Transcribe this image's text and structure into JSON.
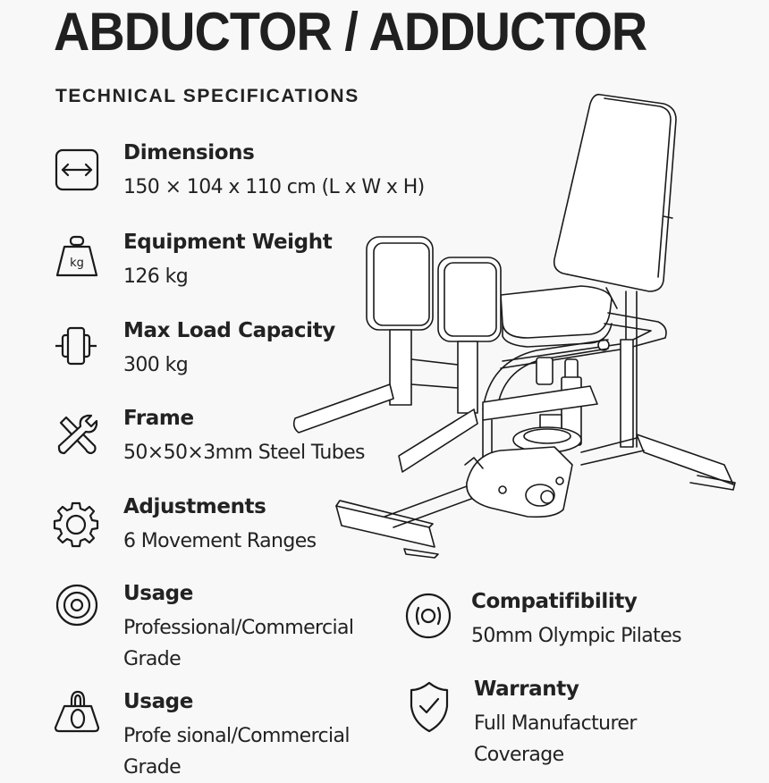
{
  "header": {
    "title": "ABDUCTOR / ADDUCTOR",
    "subtitle": "TECHNICAL SPECIFICATIONS"
  },
  "illustration": {
    "subject": "abductor-adductor-machine-line-drawing"
  },
  "specs": [
    {
      "icon": "dimensions-arrows-icon",
      "label": "Dimensions",
      "value": "150 × 104 x 110 cm (L x W x H)"
    },
    {
      "icon": "kg-weight-icon",
      "label": "Equipment Weight",
      "value": "126 kg"
    },
    {
      "icon": "barbell-plate-icon",
      "label": "Max Load Capacity",
      "value": "300 kg"
    },
    {
      "icon": "wrench-screwdriver-icon",
      "label": "Frame",
      "value": "50×50×3mm Steel Tubes"
    },
    {
      "icon": "gear-icon",
      "label": "Adjustments",
      "value": "6 Movement Ranges"
    },
    {
      "icon": "target-icon",
      "label": "Usage",
      "value": "Professional/Commercial Grade"
    },
    {
      "icon": "bag-lock-icon",
      "label": "Usage",
      "value": "Profe  sional/Commercial Grade"
    },
    {
      "icon": "olympic-plate-icon",
      "label": "Compatifibility",
      "value": "50mm Olympic Pilates"
    },
    {
      "icon": "shield-check-icon",
      "label": "Warranty",
      "value": "Full Manufacturer Coverage"
    }
  ],
  "colors": {
    "background": "#f8f8f8",
    "text": "#222222",
    "line": "#1a1a1a"
  }
}
